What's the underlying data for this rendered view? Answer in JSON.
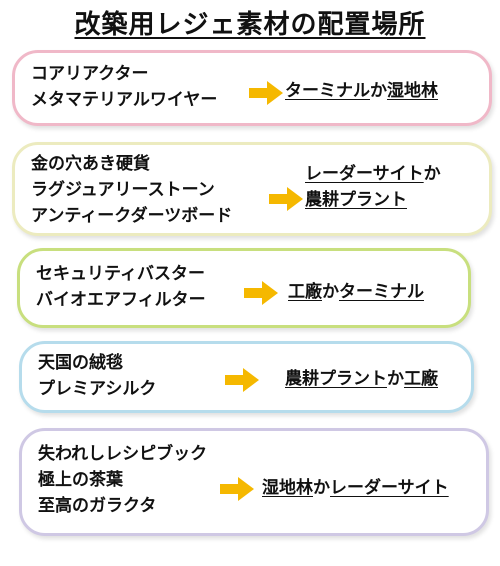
{
  "title": "改築用レジェ素材の配置場所",
  "colors": {
    "arrow": "#f5b800",
    "card1": "#f0b8c8",
    "card2": "#ecebbf",
    "card3": "#c8df7e",
    "card4": "#b6dcec",
    "card5": "#cfc8e4"
  },
  "groups": [
    {
      "items": [
        "コアリアクター",
        "メタマテリアルワイヤー"
      ],
      "dest": [
        "ターミナル",
        "湿地林"
      ]
    },
    {
      "items": [
        "金の穴あき硬貨",
        "ラグジュアリーストーン",
        "アンティークダーツボード"
      ],
      "dest": [
        "レーダーサイト",
        "農耕プラント"
      ]
    },
    {
      "items": [
        "セキュリティバスター",
        "バイオエアフィルター"
      ],
      "dest": [
        "工廠",
        "ターミナル"
      ]
    },
    {
      "items": [
        "天国の絨毯",
        "プレミアシルク"
      ],
      "dest": [
        "農耕プラント",
        "工廠"
      ]
    },
    {
      "items": [
        "失われしレシピブック",
        "極上の茶葉",
        "至高のガラクタ"
      ],
      "dest": [
        "湿地林",
        "レーダーサイト"
      ]
    }
  ],
  "connector": "か"
}
